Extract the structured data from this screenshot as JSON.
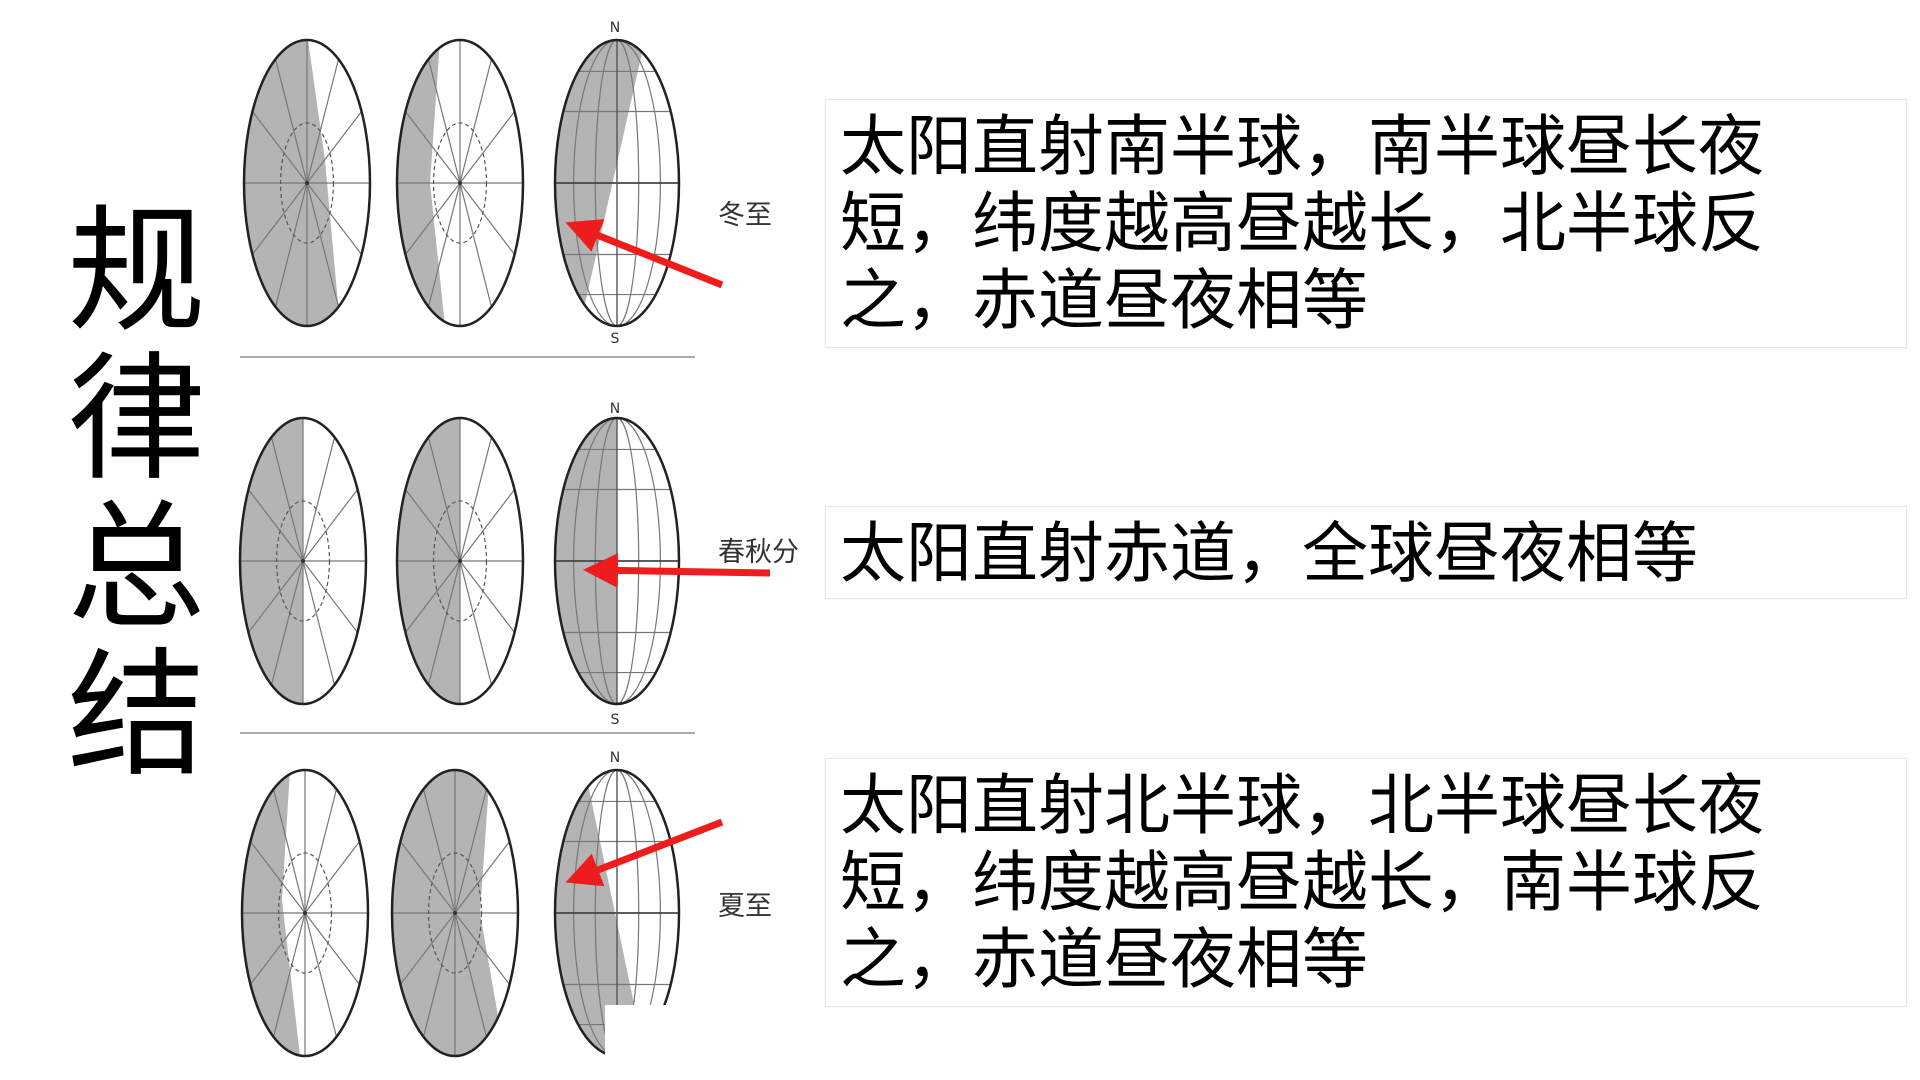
{
  "title": [
    "规",
    "律",
    "总",
    "结"
  ],
  "rows": [
    {
      "season": "冬至",
      "pole_top": "N",
      "pole_bottom": "S",
      "text": "太阳直射南半球，南半球昼长夜短，纬度越高昼越长，北半球反之，赤道昼夜相等"
    },
    {
      "season": "春秋分",
      "pole_top": "N",
      "pole_bottom": "S",
      "text": "太阳直射赤道，全球昼夜相等"
    },
    {
      "season": "夏至",
      "pole_top": "N",
      "pole_bottom": "",
      "text": "太阳直射北半球，北半球昼长夜短，纬度越高昼越长，南半球反之，赤道昼夜相等"
    }
  ],
  "colors": {
    "shade": "#b4b4b4",
    "arrow": "#ee1c1c",
    "outline": "#222222",
    "divider": "#aaaaaa"
  }
}
